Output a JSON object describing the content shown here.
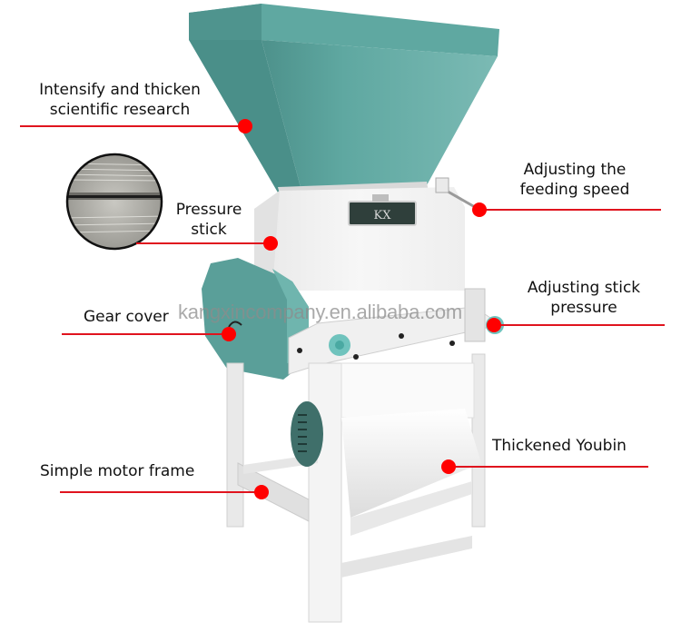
{
  "image": {
    "subject": "grain flaking / crushing machine product diagram",
    "colors": {
      "hopper": "#5fa8a1",
      "hopper_dark": "#4a8f89",
      "body": "#f2f2f2",
      "frame": "#e6e6e6",
      "callout_line": "#e0141e",
      "callout_dot": "#ff0000",
      "text": "#111111"
    }
  },
  "callouts": [
    {
      "id": "hopper",
      "lines": [
        "Intensify and thicken",
        "scientific research"
      ],
      "side": "left"
    },
    {
      "id": "feed-speed",
      "lines": [
        "Adjusting the",
        "feeding speed"
      ],
      "side": "right"
    },
    {
      "id": "pressure-stick",
      "lines": [
        "Pressure",
        "stick"
      ],
      "side": "left"
    },
    {
      "id": "gear-cover",
      "lines": [
        "Gear cover"
      ],
      "side": "left"
    },
    {
      "id": "stick-pressure",
      "lines": [
        "Adjusting stick",
        "pressure"
      ],
      "side": "right"
    },
    {
      "id": "motor-frame",
      "lines": [
        "Simple motor frame"
      ],
      "side": "left"
    },
    {
      "id": "youbin",
      "lines": [
        "Thickened Youbin"
      ],
      "side": "right"
    }
  ],
  "inset": {
    "name": "roller-closeup",
    "description": "grooved steel roller close-up"
  },
  "watermark": "kangxincompany.en.alibaba.com"
}
